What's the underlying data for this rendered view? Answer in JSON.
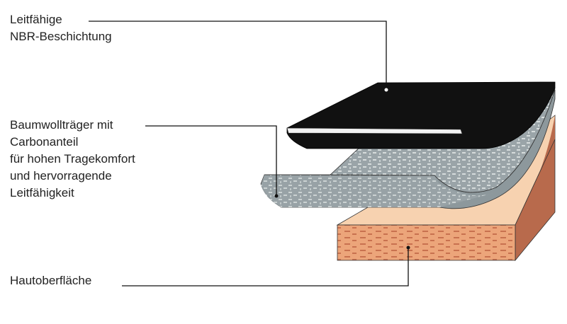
{
  "labels": {
    "coating": "Leitfähige\nNBR-Beschichtung",
    "carrier": "Baumwollträger mit\nCarbonanteil\nfür hohen Tragekomfort\nund hervorragende\nLeitfähigkeit",
    "skin": "Hautoberfläche"
  },
  "colors": {
    "coating": "#111111",
    "carrier": "#a9b2b6",
    "skin_top": "#f7d2b0",
    "skin_front": "#eca57a",
    "skin_side": "#b86a4c"
  }
}
